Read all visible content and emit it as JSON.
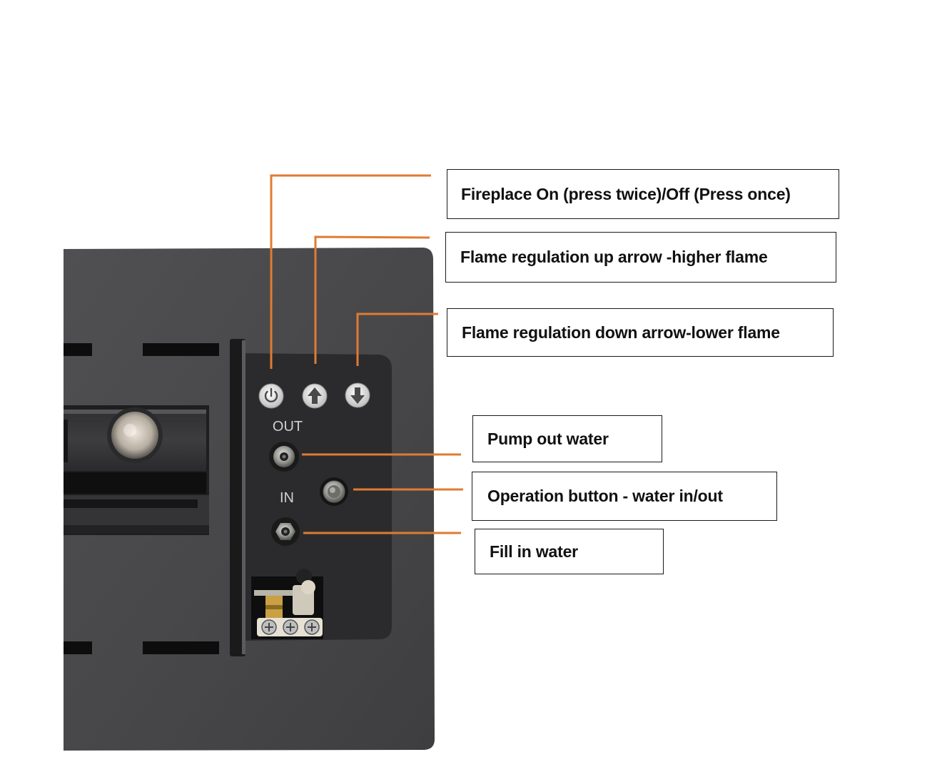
{
  "colors": {
    "leader": "#e07b32",
    "panel": "#4a4a4c",
    "panel_dark": "#2b2b2d",
    "slot": "#0d0d0d",
    "label_border": "#1a1a1a"
  },
  "device": {
    "out_label": "OUT",
    "in_label": "IN",
    "icons": [
      "power-icon",
      "arrow-up-icon",
      "arrow-down-icon"
    ]
  },
  "callouts": {
    "power": "Fireplace On (press twice)/Off (Press once)",
    "flame_up": "Flame regulation up arrow -higher flame",
    "flame_down": "Flame regulation down arrow-lower flame",
    "pump_out": "Pump out water",
    "operation_button": "Operation button - water in/out",
    "fill_in": "Fill in water"
  }
}
